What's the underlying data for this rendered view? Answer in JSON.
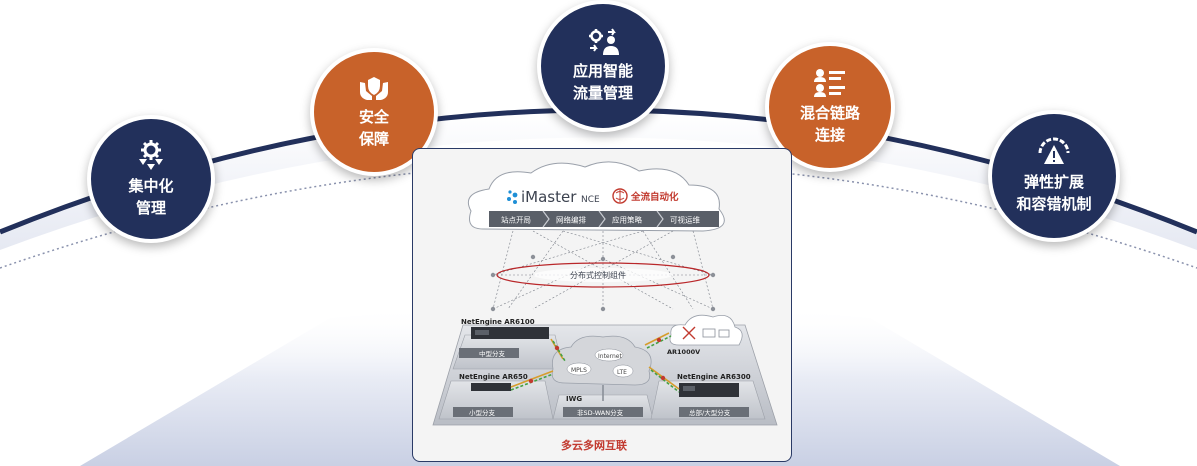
{
  "features": [
    {
      "id": "centralized",
      "line1": "集中化",
      "line2": "管理",
      "icon": "gear-arrows-icon",
      "color": "#22305b"
    },
    {
      "id": "security",
      "line1": "安全",
      "line2": "保障",
      "icon": "hands-shield-icon",
      "color": "#c8622a"
    },
    {
      "id": "app-traffic",
      "line1": "应用智能",
      "line2": "流量管理",
      "icon": "user-gear-icon",
      "color": "#22305b"
    },
    {
      "id": "hybrid-link",
      "line1": "混合链路",
      "line2": "连接",
      "icon": "user-list-icon",
      "color": "#c8622a"
    },
    {
      "id": "elastic",
      "line1": "弹性扩展",
      "line2": "和容错机制",
      "icon": "warning-gauge-icon",
      "color": "#22305b"
    }
  ],
  "diagram": {
    "brand_prefix": "i",
    "brand_main": "Master",
    "brand_suffix": "NCE",
    "automation": "全流自动化",
    "stages": [
      "站点开局",
      "网络编排",
      "应用策略",
      "可视运维"
    ],
    "control": "分布式控制组件",
    "devices": {
      "ar6100": "NetEngine AR6100",
      "ar650": "NetEngine AR650",
      "ar6300": "NetEngine AR6300",
      "ar1000v": "AR1000V",
      "iwg": "IWG"
    },
    "sites": {
      "medium": "中型分支",
      "small": "小型分支",
      "non_sdwan": "非SD-WAN分支",
      "hq": "总部/大型分支"
    },
    "networks": {
      "internet": "Internet",
      "mpls": "MPLS",
      "lte": "LTE"
    },
    "footer": "多云多网互联"
  }
}
